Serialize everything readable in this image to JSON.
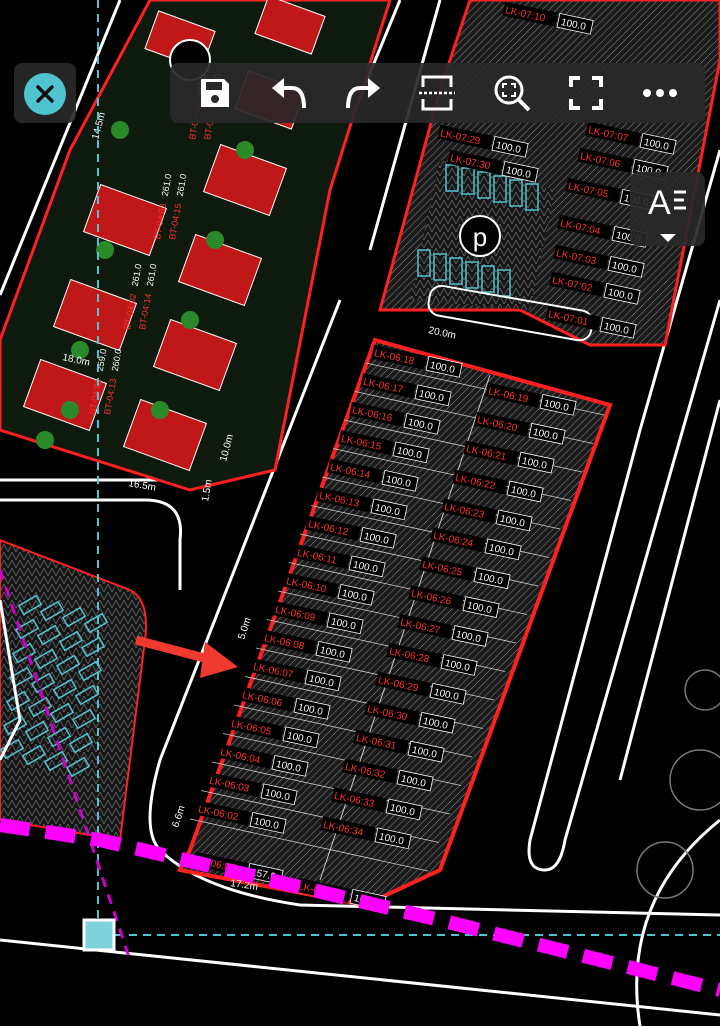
{
  "app": {
    "close_icon": "close-circle-icon",
    "accent_color": "#4fc3cf",
    "toolbar": [
      {
        "id": "save",
        "icon": "save-icon"
      },
      {
        "id": "undo",
        "icon": "undo-icon"
      },
      {
        "id": "redo",
        "icon": "redo-icon"
      },
      {
        "id": "section",
        "icon": "split-section-icon"
      },
      {
        "id": "zoom-extents",
        "icon": "zoom-fit-icon"
      },
      {
        "id": "fullscreen",
        "icon": "fullscreen-icon"
      },
      {
        "id": "more",
        "icon": "more-horizontal-icon"
      }
    ],
    "text_style_icon": "text-style-icon",
    "text_style_glyph": "A"
  },
  "drawing": {
    "colors": {
      "background": "#000000",
      "lot_border": "#ff2020",
      "lot_label": "#ff3030",
      "hatch": "#8a8a8a",
      "road": "#ffffff",
      "guide": "#4fc3cf",
      "boundary": "#ff00ff",
      "arrow": "#f03a30"
    },
    "parking_symbol": "p",
    "block_06_left": [
      {
        "id": "LK-06:18",
        "area": "100.0"
      },
      {
        "id": "LK-06:17",
        "area": "100.0"
      },
      {
        "id": "LK-06:16",
        "area": "100.0"
      },
      {
        "id": "LK-06:15",
        "area": "100.0"
      },
      {
        "id": "LK-06:14",
        "area": "100.0"
      },
      {
        "id": "LK-06:13",
        "area": "100.0"
      },
      {
        "id": "LK-06:12",
        "area": "100.0"
      },
      {
        "id": "LK-06:11",
        "area": "100.0"
      },
      {
        "id": "LK-06:10",
        "area": "100.0"
      },
      {
        "id": "LK-06:09",
        "area": "100.0"
      },
      {
        "id": "LK-06:08",
        "area": "100.0"
      },
      {
        "id": "LK-06:07",
        "area": "100.0"
      },
      {
        "id": "LK-06:06",
        "area": "100.0"
      },
      {
        "id": "LK-06:05",
        "area": "100.0"
      },
      {
        "id": "LK-06:04",
        "area": "100.0"
      },
      {
        "id": "LK-06:03",
        "area": "100.0"
      },
      {
        "id": "LK-06:02",
        "area": "100.0"
      }
    ],
    "block_06_right": [
      {
        "id": "LK-06:19",
        "area": "100.0"
      },
      {
        "id": "LK-06:20",
        "area": "100.0"
      },
      {
        "id": "LK-06:21",
        "area": "100.0"
      },
      {
        "id": "LK-06:22",
        "area": "100.0"
      },
      {
        "id": "LK-06:23",
        "area": "100.0"
      },
      {
        "id": "LK-06:24",
        "area": "100.0"
      },
      {
        "id": "LK-06:25",
        "area": "100.0"
      },
      {
        "id": "LK-06:26",
        "area": "100.0"
      },
      {
        "id": "LK-06:27",
        "area": "100.0"
      },
      {
        "id": "LK-06:28",
        "area": "100.0"
      },
      {
        "id": "LK-06:29",
        "area": "100.0"
      },
      {
        "id": "LK-06:30",
        "area": "100.0"
      },
      {
        "id": "LK-06:31",
        "area": "100.0"
      },
      {
        "id": "LK-06:32",
        "area": "100.0"
      },
      {
        "id": "LK-06:33",
        "area": "100.0"
      },
      {
        "id": "LK-06:34",
        "area": "100.0"
      }
    ],
    "block_06_corner": [
      {
        "id": "LK-06:01",
        "area": "157.9"
      },
      {
        "id": "LK-06:35",
        "area": "167.8"
      }
    ],
    "block_07": [
      {
        "id": "LK-07:10",
        "area": "100.0"
      },
      {
        "id": "LK-07:29",
        "area": "100.0"
      },
      {
        "id": "LK-07:07",
        "area": "100.0"
      },
      {
        "id": "LK-07:30",
        "area": "100.0"
      },
      {
        "id": "LK-07:06",
        "area": "100.0"
      },
      {
        "id": "LK-07:05",
        "area": "100.0"
      },
      {
        "id": "LK-07:04",
        "area": "100.0"
      },
      {
        "id": "LK-07:03",
        "area": "100.0"
      },
      {
        "id": "LK-07:02",
        "area": "100.0"
      },
      {
        "id": "LK-07:01",
        "area": "100.0"
      }
    ],
    "block_bt": [
      {
        "id": "BT-04:04",
        "area": "261.0"
      },
      {
        "id": "BT-04:16",
        "area": "261.0"
      },
      {
        "id": "BT-04:03",
        "area": "261.0"
      },
      {
        "id": "BT-04:15",
        "area": "261.0"
      },
      {
        "id": "BT-04:02",
        "area": "261.0"
      },
      {
        "id": "BT-04:14",
        "area": "261.0"
      },
      {
        "id": "BT-04:01",
        "area": "259.0"
      },
      {
        "id": "BT-04:13",
        "area": "260.0"
      }
    ],
    "dimensions": {
      "lot_depth": "20.0m",
      "lot_width": "5.0m",
      "corner_width": "6.6m",
      "bottom_width": "17.2m",
      "road_width": "14.5m",
      "bt_width": "18.0m",
      "bt_depth": "16.5m",
      "side": "10.0m",
      "gap": "1.5m"
    }
  }
}
